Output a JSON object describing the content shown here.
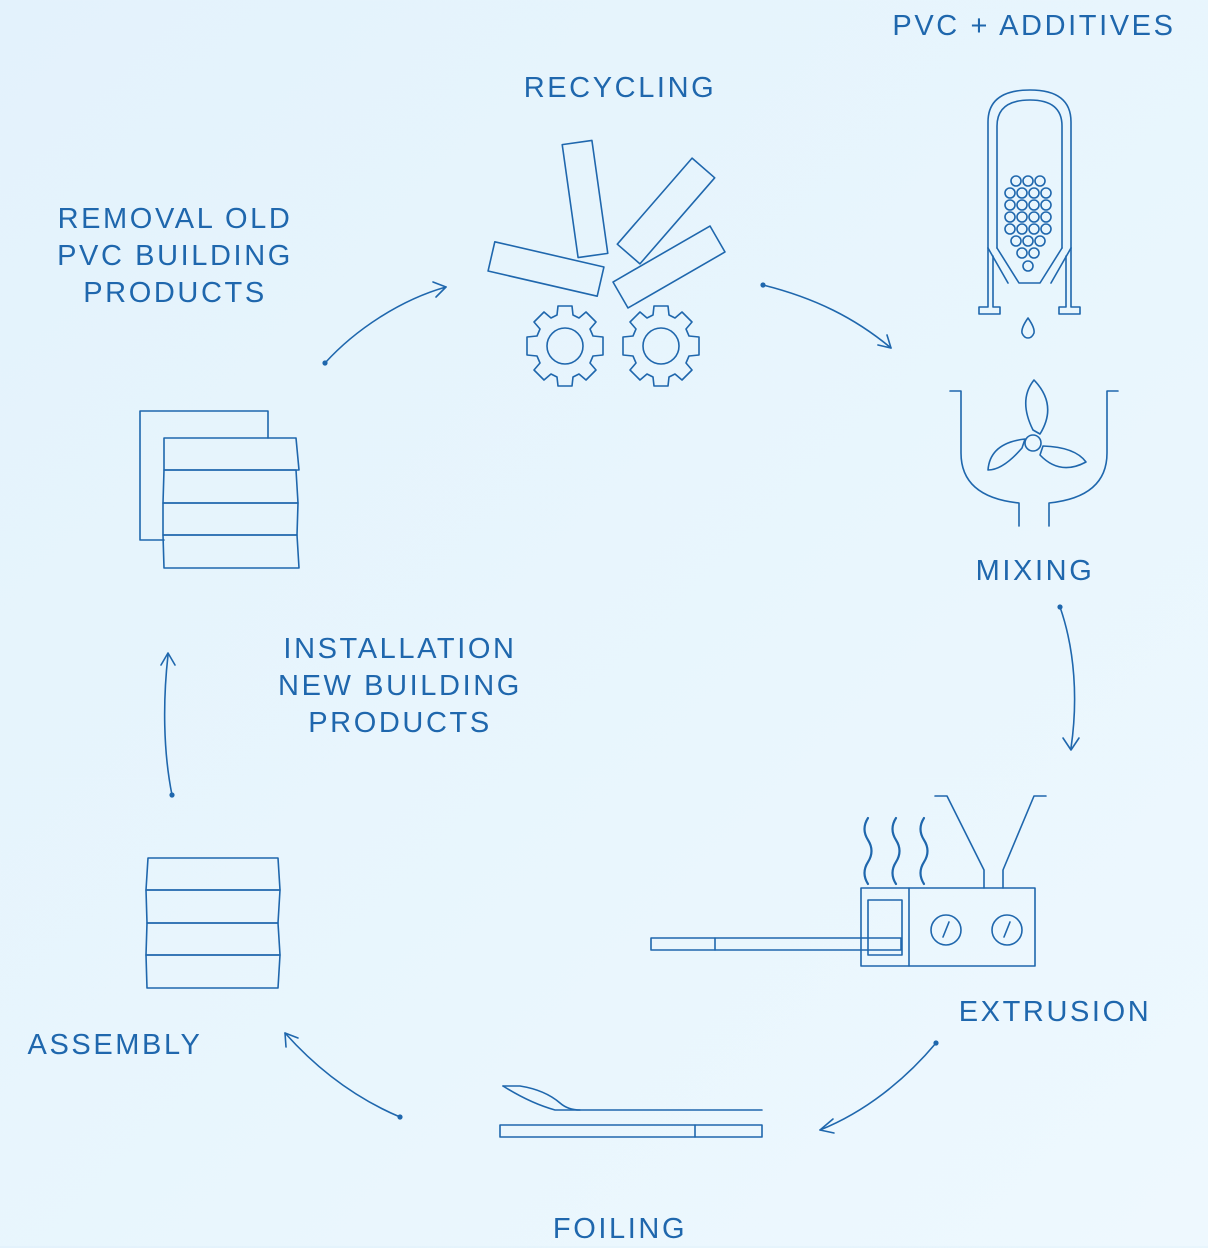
{
  "labels": {
    "pvc_additives": "PVC + ADDITIVES",
    "recycling": "RECYCLING",
    "removal": "REMOVAL OLD\nPVC BUILDING\nPRODUCTS",
    "mixing": "MIXING",
    "installation": "INSTALLATION\nNEW BUILDING\nPRODUCTS",
    "extrusion": "EXTRUSION",
    "assembly": "ASSEMBLY",
    "foiling": "FOILING"
  },
  "colors": {
    "line": "#1f67ad",
    "background": "#e6f4fc"
  },
  "icons": [
    "silo-icon",
    "shredder-icon",
    "mixer-icon",
    "extruder-icon",
    "foil-icon",
    "stacked-profiles-icon",
    "installed-profiles-icon"
  ]
}
